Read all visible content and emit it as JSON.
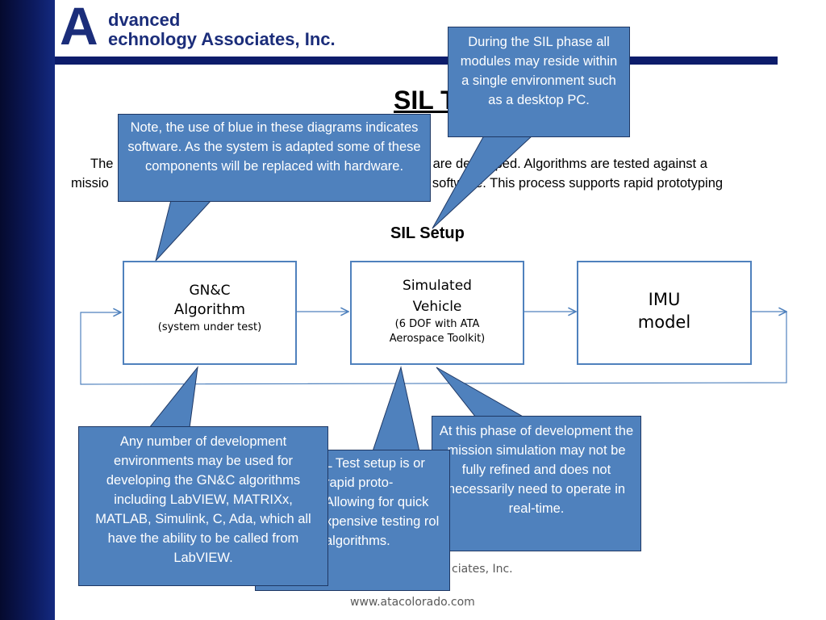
{
  "logo": {
    "big_letter": "A",
    "line1": "dvanced",
    "line2": "echnology Associates, Inc."
  },
  "slide": {
    "title_visible": "SIL T",
    "body_line1_left": "The",
    "body_line1_right": "ms are developed.  Algorithms are tested against a",
    "body_line2_left": "missio",
    "body_line2_right": "with software.  This process supports rapid prototyping",
    "setup_label": "SIL Setup"
  },
  "blocks": {
    "gnc": {
      "line1": "GN&C",
      "line2": "Algorithm",
      "line3": "(system under test)"
    },
    "vehicle": {
      "line1": "Simulated",
      "line2": "Vehicle",
      "line3": "(6 DOF with ATA",
      "line4": "Aerospace Toolkit)"
    },
    "imu": {
      "line1": "IMU",
      "line2": "model"
    }
  },
  "callouts": {
    "sil_phase": "During the SIL phase all modules may reside within a single environment such as a desktop PC.",
    "note_blue": "Note, the use of blue in these diagrams indicates software.  As the system is adapted some of these components will be replaced with hardware.",
    "mission_sim": "At this phase of development the mission simulation may not be fully refined and does not necessarily need to operate in real-time.",
    "rapid_proto": "L Test setup is or rapid proto- Allowing for quick xpensive testing rol algorithms.",
    "dev_env": "Any number of development environments may be used for developing the GN&C algorithms including LabVIEW, MATRIXx, MATLAB, Simulink, C, Ada, which all have the ability to be called from LabVIEW."
  },
  "footer": {
    "company_partial": "ciates, Inc.",
    "url": "www.atacolorado.com"
  },
  "colors": {
    "software_blue": "#4f81bd",
    "sidebar_navy": "#0c1a5e",
    "arrow_blue": "#4f81bd"
  }
}
